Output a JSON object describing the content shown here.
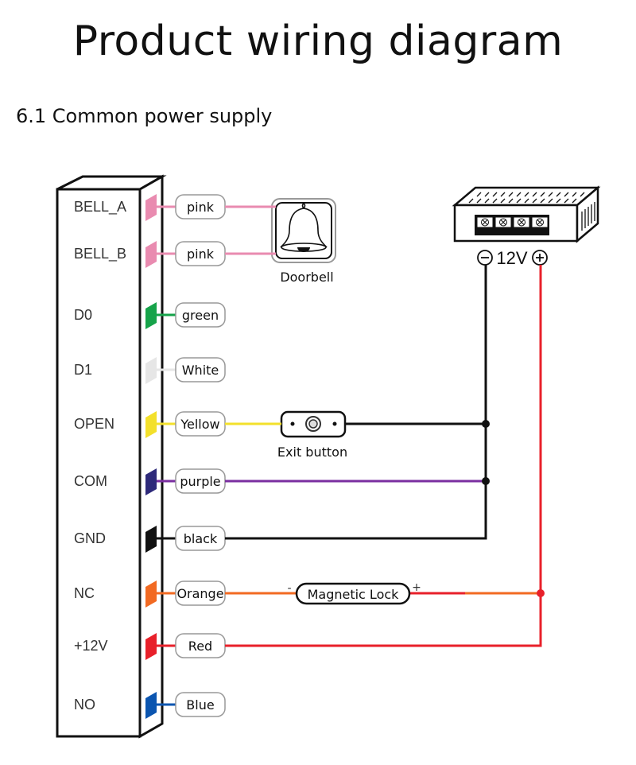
{
  "title": "Product wiring diagram",
  "subtitle": "6.1 Common power supply",
  "colors": {
    "pink": "#e98bb0",
    "green": "#16a34a",
    "white": "#e6e6e6",
    "yellow": "#f3e02b",
    "purple": "#7a2ea0",
    "purple_connector": "#2e2a7a",
    "black": "#111111",
    "orange": "#f26a22",
    "red": "#e8202a",
    "blue": "#0b55b0"
  },
  "pins": [
    {
      "label": "BELL_A",
      "wire": "pink",
      "color_key": "pink"
    },
    {
      "label": "BELL_B",
      "wire": "pink",
      "color_key": "pink"
    },
    {
      "label": "D0",
      "wire": "green",
      "color_key": "green"
    },
    {
      "label": "D1",
      "wire": "White",
      "color_key": "white"
    },
    {
      "label": "OPEN",
      "wire": "Yellow",
      "color_key": "yellow"
    },
    {
      "label": "COM",
      "wire": "purple",
      "color_key": "purple"
    },
    {
      "label": "GND",
      "wire": "black",
      "color_key": "black"
    },
    {
      "label": "NC",
      "wire": "Orange",
      "color_key": "orange"
    },
    {
      "label": "+12V",
      "wire": "Red",
      "color_key": "red"
    },
    {
      "label": "NO",
      "wire": "Blue",
      "color_key": "blue"
    }
  ],
  "components": {
    "doorbell": "Doorbell",
    "exit_button": "Exit button",
    "magnetic_lock": "Magnetic Lock",
    "lock_minus": "-",
    "lock_plus": "+",
    "power_supply_voltage": "12V",
    "power_minus": "−",
    "power_plus": "+"
  }
}
